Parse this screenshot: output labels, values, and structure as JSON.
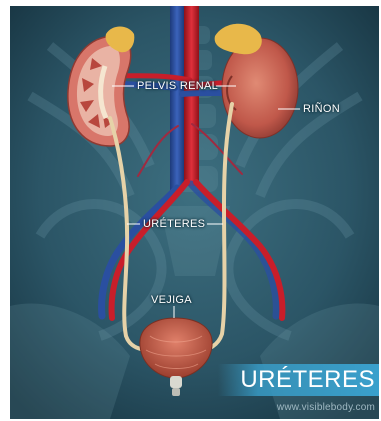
{
  "labels": {
    "renal_pelvis": "PELVIS RENAL",
    "kidney": "RIÑON",
    "ureters": "URÉTERES",
    "bladder": "VEJIGA"
  },
  "banner": {
    "title": "URÉTERES"
  },
  "watermark": "www.visiblebody.com",
  "colors": {
    "background": "#2b5566",
    "artery": "#c81e2a",
    "vein": "#2a4fa0",
    "ureter": "#e6d2a8",
    "kidney": "#c86b5a",
    "adrenal": "#e8b84a",
    "bladder": "#c4583f",
    "banner": "#3aa0cc"
  }
}
